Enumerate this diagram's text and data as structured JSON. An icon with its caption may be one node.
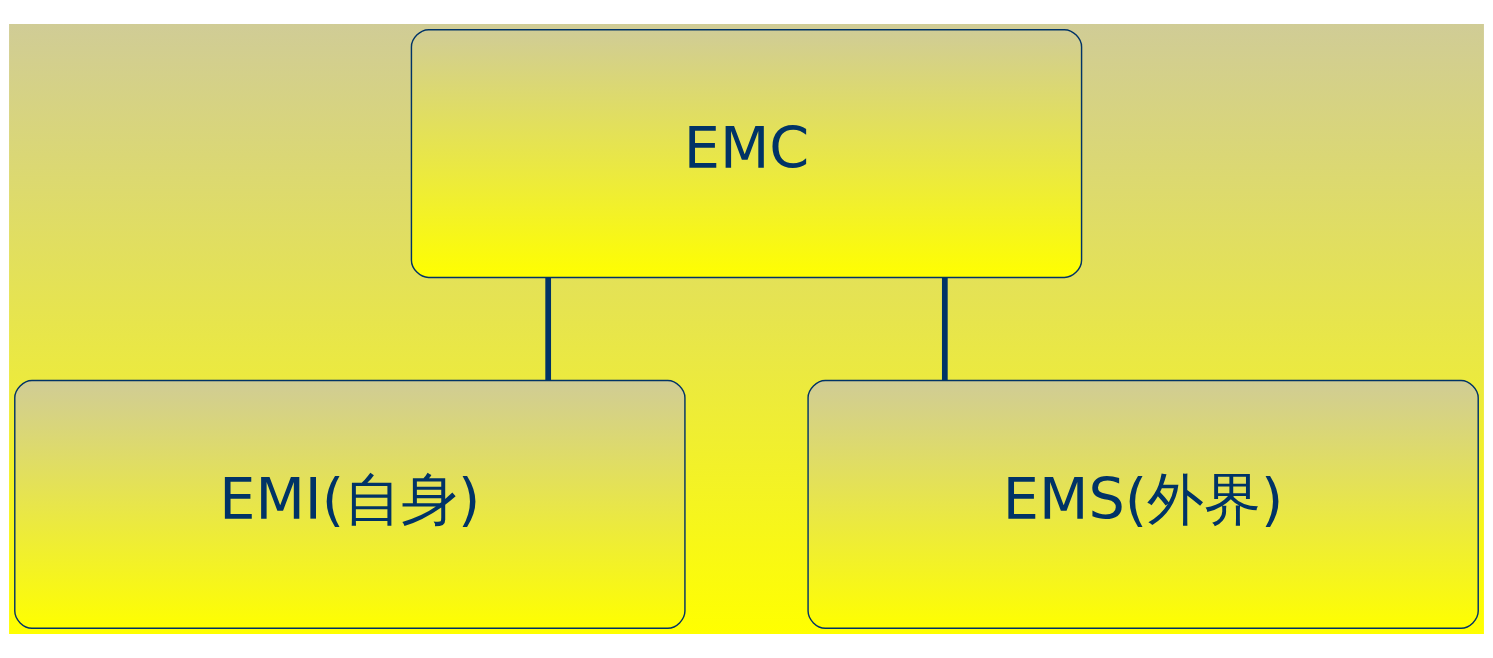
{
  "diagram": {
    "nodes": [
      {
        "text": [
          "EMC"
        ]
      },
      {
        "text": [
          "EMI(自身)"
        ]
      },
      {
        "text": [
          "EMS(外界)"
        ]
      }
    ],
    "edges": [
      {
        "from": 0,
        "to": 1,
        "arrow": "none"
      },
      {
        "from": 0,
        "to": 2,
        "arrow": "none"
      }
    ]
  }
}
